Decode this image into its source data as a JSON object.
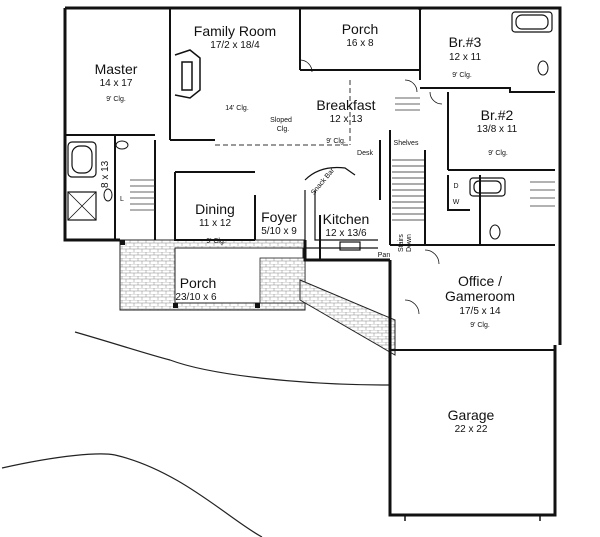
{
  "rooms": {
    "master": {
      "name": "Master",
      "dims": "14 x 17",
      "ceiling": "9' Clg."
    },
    "family": {
      "name": "Family Room",
      "dims": "17/2 x 18/4",
      "ceiling": "14' Clg.",
      "note1": "Sloped",
      "note2": "Clg."
    },
    "porch_back": {
      "name": "Porch",
      "dims": "16 x 8"
    },
    "br3": {
      "name": "Br.#3",
      "dims": "12 x 11",
      "ceiling": "9' Clg."
    },
    "breakfast": {
      "name": "Breakfast",
      "dims": "12 x 13",
      "ceiling": "9' Clg."
    },
    "br2": {
      "name": "Br.#2",
      "dims": "13/8 x 11",
      "ceiling": "9' Clg."
    },
    "dining": {
      "name": "Dining",
      "dims": "11 x 12",
      "ceiling": "9' Clg."
    },
    "foyer": {
      "name": "Foyer",
      "dims": "5/10 x 9"
    },
    "kitchen": {
      "name": "Kitchen",
      "dims": "12 x 13/6"
    },
    "porch_front": {
      "name": "Porch",
      "dims": "23/10 x 6"
    },
    "office": {
      "name": "Office /",
      "name2": "Gameroom",
      "dims": "17/5 x 14",
      "ceiling": "9' Clg."
    },
    "garage": {
      "name": "Garage",
      "dims": "22 x 22"
    }
  },
  "bath_dim": "8 x 13",
  "fixtures": {
    "desk": "Desk",
    "shelves": "Shelves",
    "pan": "Pan",
    "stairs": "Stairs",
    "down": "Down",
    "snack_bar": "Snack Bar",
    "dryer": "D",
    "washer": "W",
    "linen": "L"
  }
}
